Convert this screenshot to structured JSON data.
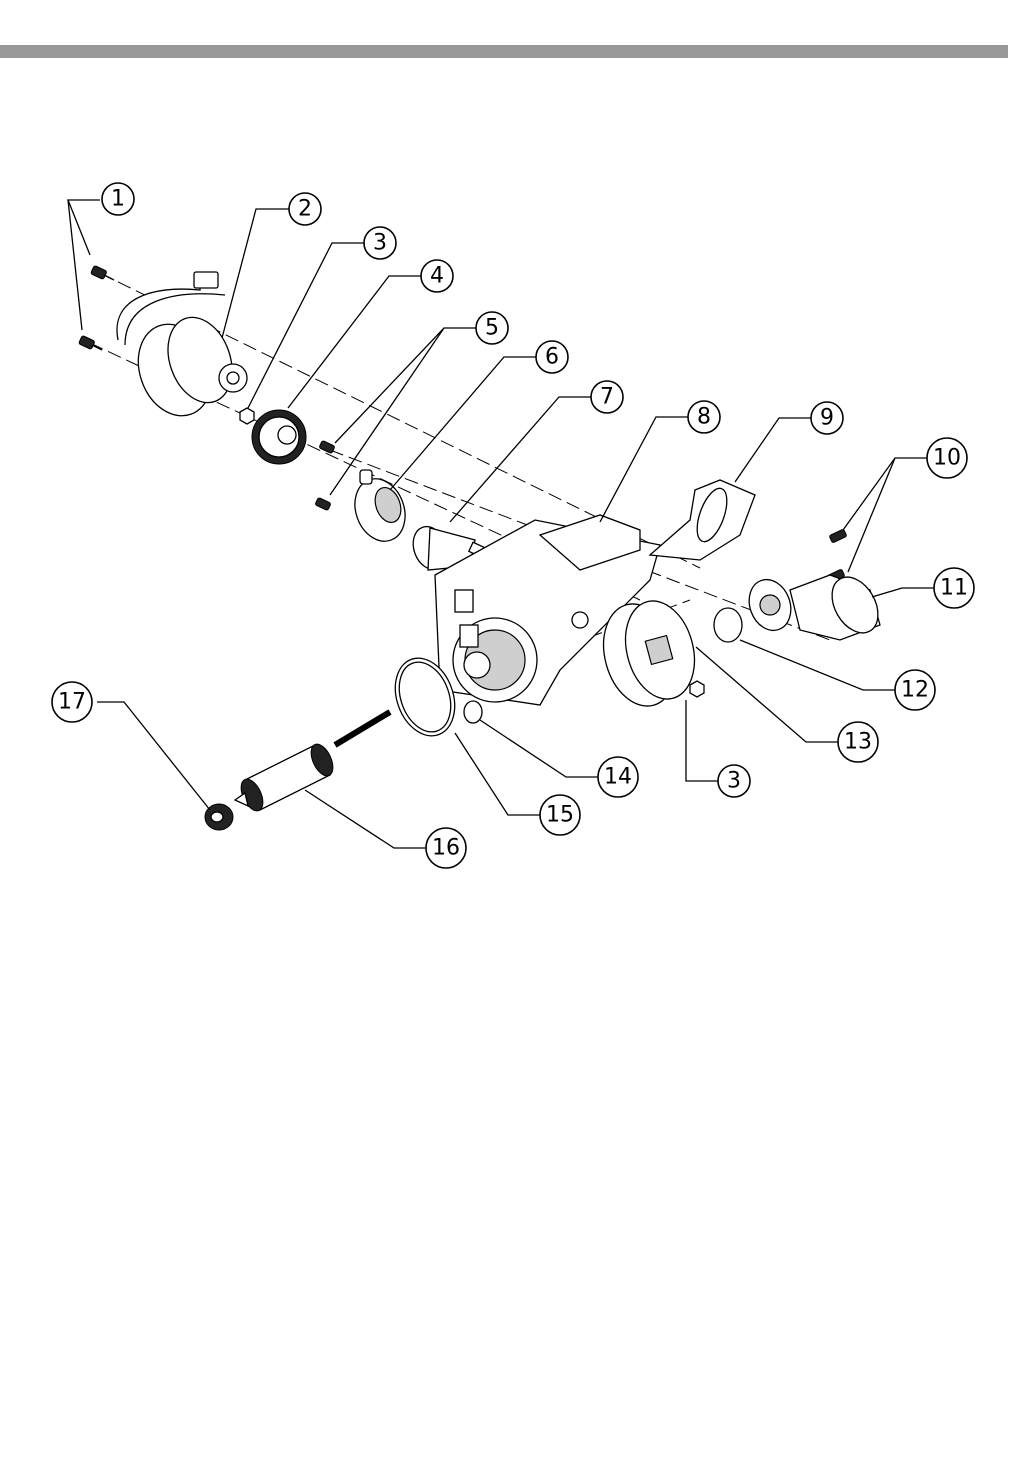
{
  "colors": {
    "rule": "#999999",
    "ink": "#000000",
    "paper": "#ffffff"
  },
  "callouts": [
    {
      "label": "1"
    },
    {
      "label": "2"
    },
    {
      "label": "3"
    },
    {
      "label": "4"
    },
    {
      "label": "5"
    },
    {
      "label": "6"
    },
    {
      "label": "7"
    },
    {
      "label": "8"
    },
    {
      "label": "9"
    },
    {
      "label": "10"
    },
    {
      "label": "11"
    },
    {
      "label": "12"
    },
    {
      "label": "13"
    },
    {
      "label": "3"
    },
    {
      "label": "14"
    },
    {
      "label": "15"
    },
    {
      "label": "16"
    },
    {
      "label": "17"
    }
  ]
}
